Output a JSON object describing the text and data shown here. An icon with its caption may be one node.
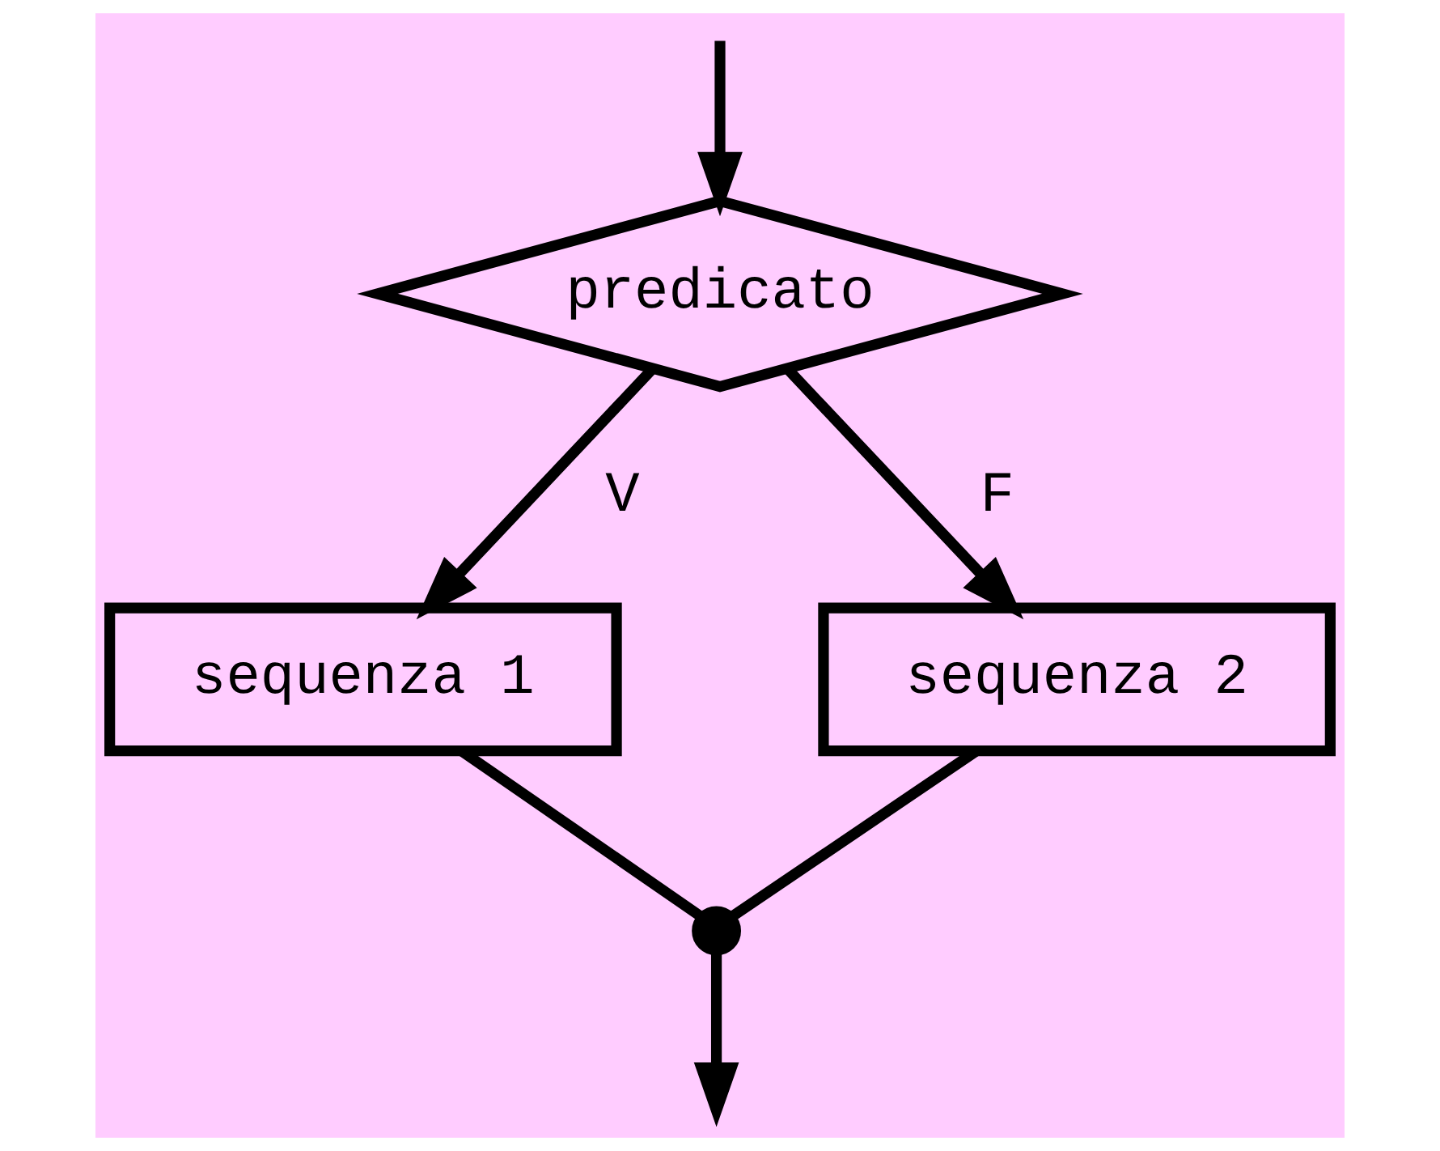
{
  "diagram": {
    "nodes": [
      {
        "text": [
          "predicato"
        ]
      },
      {
        "text": [
          "sequenza 1"
        ]
      },
      {
        "text": [
          "sequenza 2"
        ]
      },
      {
        "text": [],
        "shape": "circle"
      }
    ],
    "edges": [
      {
        "from": null,
        "to": 0,
        "arrow": "to"
      },
      {
        "from": 0,
        "to": 1,
        "arrow": "to",
        "label": "V"
      },
      {
        "from": 0,
        "to": 2,
        "arrow": "to",
        "label": "F"
      },
      {
        "from": 1,
        "to": 3,
        "arrow": "none"
      },
      {
        "from": 2,
        "to": 3,
        "arrow": "none"
      },
      {
        "from": 3,
        "to": null,
        "arrow": "to"
      }
    ]
  }
}
